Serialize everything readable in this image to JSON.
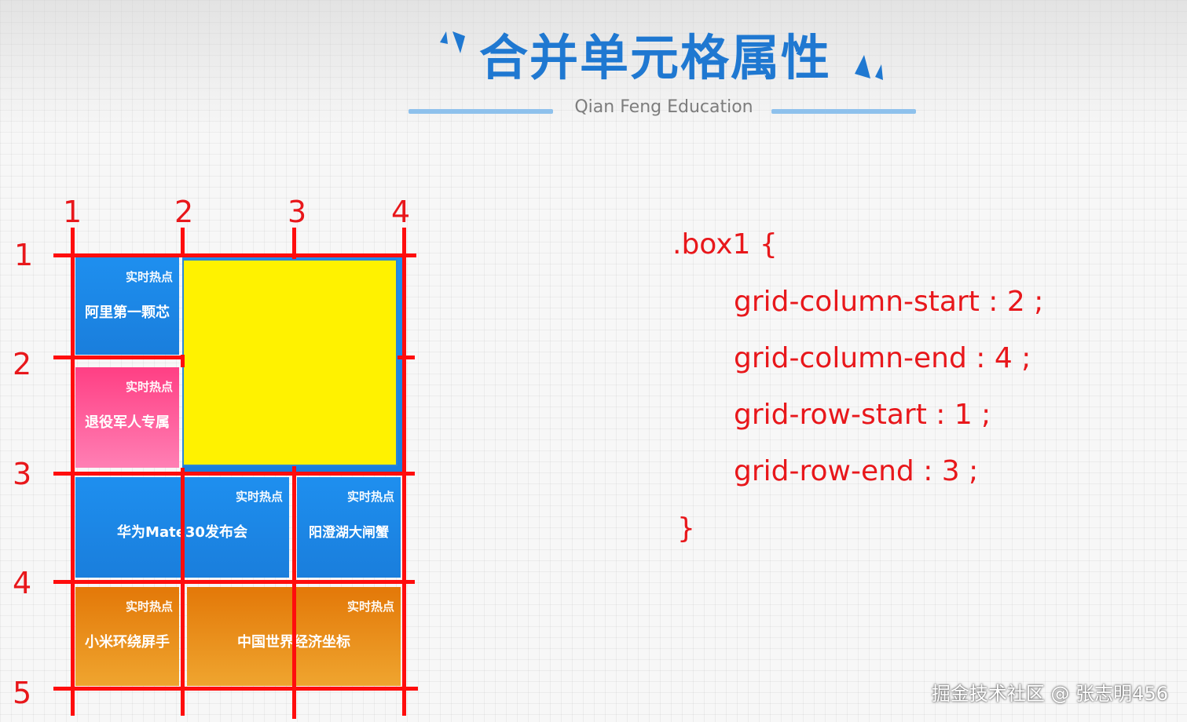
{
  "header": {
    "title": "合并单元格属性",
    "subtitle": "Qian Feng Education"
  },
  "grid_demo": {
    "column_numbers": [
      "1",
      "2",
      "3",
      "4"
    ],
    "row_numbers": [
      "1",
      "2",
      "3",
      "4",
      "5"
    ],
    "cells": [
      {
        "tag": "实时热点",
        "text": "阿里第一颗芯",
        "color": "#1e8fef"
      },
      {
        "tag": "实时热点",
        "text": "退役军人专属",
        "color": "#ff4f8e"
      },
      {
        "tag": "实时热点",
        "text": "华为Mate30发布会",
        "color": "#1e8fef"
      },
      {
        "tag": "实时热点",
        "text": "阳澄湖大闸蟹",
        "color": "#1e8fef"
      },
      {
        "tag": "实时热点",
        "text": "小米环绕屏手",
        "color": "#e88a1a"
      },
      {
        "tag": "实时热点",
        "text": "中国世界经济坐标",
        "color": "#e88a1a"
      }
    ],
    "merged_box_color": "#fff200",
    "line_color": "#ff0d0d"
  },
  "code": {
    "selector_open": ".box1 {",
    "lines": [
      "grid-column-start : 2 ;",
      "grid-column-end : 4 ;",
      "grid-row-start : 1 ;",
      "grid-row-end : 3 ;"
    ],
    "close": "}"
  },
  "watermark": "掘金技术社区 @ 张志明456"
}
